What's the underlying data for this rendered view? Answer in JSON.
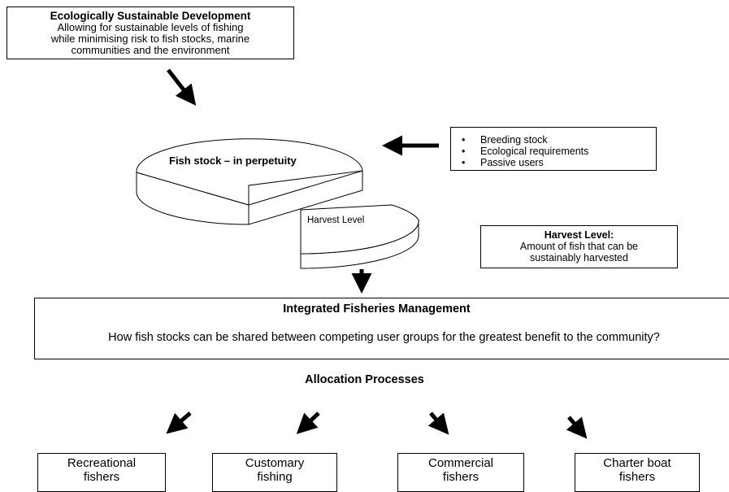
{
  "esd": {
    "title": "Ecologically Sustainable Development",
    "line1": "Allowing for sustainable levels of fishing",
    "line2": "while minimising risk to fish stocks, marine",
    "line3": "communities and the environment"
  },
  "fish_stock": {
    "label": "Fish stock – in perpetuity"
  },
  "stock_factors": {
    "items": [
      "Breeding stock",
      "Ecological requirements",
      "Passive users"
    ]
  },
  "harvest_slice": {
    "label": "Harvest Level"
  },
  "harvest_box": {
    "title": "Harvest Level:",
    "line1": "Amount of fish that can be",
    "line2": "sustainably harvested"
  },
  "ifm": {
    "title": "Integrated Fisheries Management",
    "question": "How fish stocks can be shared between competing user groups for the greatest benefit to the community?"
  },
  "allocation": {
    "title": "Allocation Processes"
  },
  "user_groups": [
    {
      "line1": "Recreational",
      "line2": "fishers"
    },
    {
      "line1": "Customary",
      "line2": "fishing"
    },
    {
      "line1": "Commercial",
      "line2": "fishers"
    },
    {
      "line1": "Charter boat",
      "line2": "fishers"
    }
  ]
}
